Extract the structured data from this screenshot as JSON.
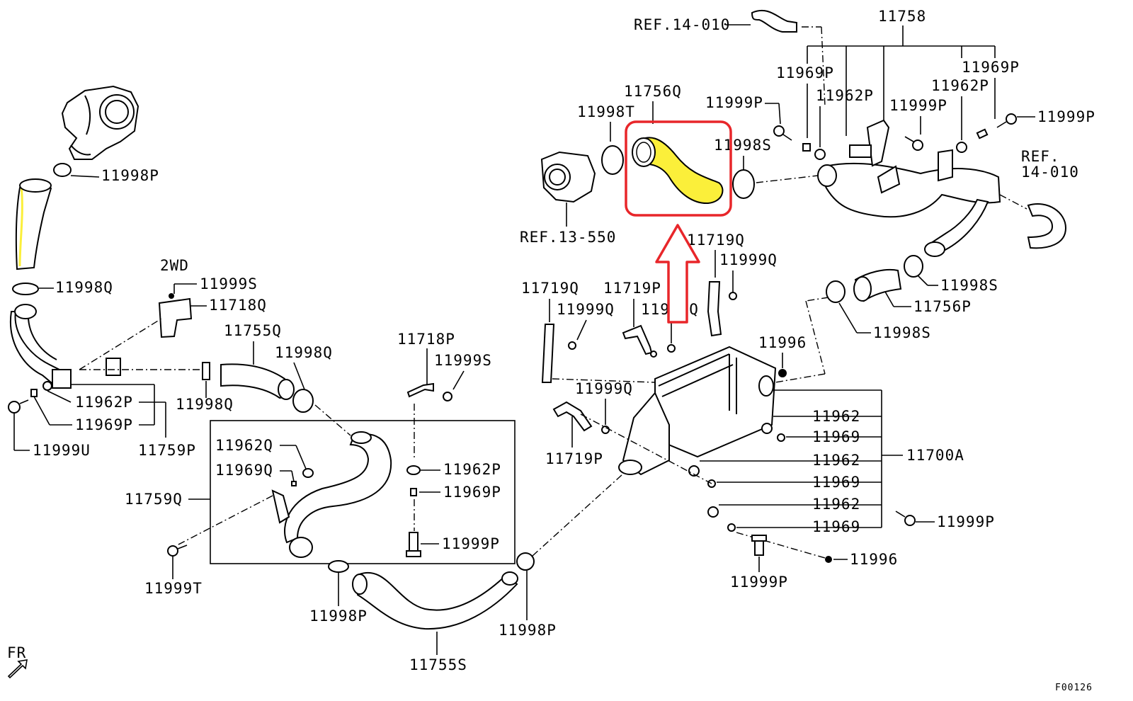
{
  "labels": {
    "ref_14010_top": "REF.14-010",
    "p11758": "11758",
    "p11969P_a": "11969P",
    "p11969P_b": "11969P",
    "p11962P_a": "11962P",
    "p11962P_b": "11962P",
    "p11756Q": "11756Q",
    "p11998T": "11998T",
    "p11999P_a": "11999P",
    "p11999P_b": "11999P",
    "p11999P_c": "11999P",
    "p11998S_a": "11998S",
    "ref_14010_right_a": "REF.",
    "ref_14010_right_b": "14-010",
    "ref_13550": "REF.13-550",
    "p11998P_a": "11998P",
    "p11998Q_a": "11998Q",
    "twowd": "2WD",
    "p11999S_a": "11999S",
    "p11718Q": "11718Q",
    "p11755Q": "11755Q",
    "p11998Q_b": "11998Q",
    "p11998Q_c": "11998Q",
    "p11962P_c": "11962P",
    "p11969P_c": "11969P",
    "p11759P": "11759P",
    "p11999U": "11999U",
    "p11718P": "11718P",
    "p11999S_b": "11999S",
    "p11719Q_a": "11719Q",
    "p11719P_a": "11719P",
    "p11999Q_a": "11999Q",
    "p11999Q_b": "11999Q",
    "p11719Q_b": "11719Q",
    "p11999Q_c": "11999Q",
    "p11998S_b": "11998S",
    "p11756P": "11756P",
    "p11998S_c": "11998S",
    "p11996_a": "11996",
    "p11999Q_d": "11999Q",
    "p11719P_b": "11719P",
    "p11962Q": "11962Q",
    "p11969Q": "11969Q",
    "p11962P_d": "11962P",
    "p11969P_d": "11969P",
    "p11759Q": "11759Q",
    "p11999P_d": "11999P",
    "p11999T": "11999T",
    "p11962_a": "11962",
    "p11969_a": "11969",
    "p11700A": "11700A",
    "p11962_b": "11962",
    "p11969_b": "11969",
    "p11962_c": "11962",
    "p11969_c": "11969",
    "p11999P_e": "11999P",
    "p11996_b": "11996",
    "p11999P_f": "11999P",
    "p11998P_b": "11998P",
    "p11998P_c": "11998P",
    "p11755S": "11755S",
    "fr": "FR",
    "fig_code": "F00126"
  },
  "colors": {
    "highlight_fill": "#fbef3a",
    "callout_red": "#e8262a",
    "line": "#000000"
  }
}
